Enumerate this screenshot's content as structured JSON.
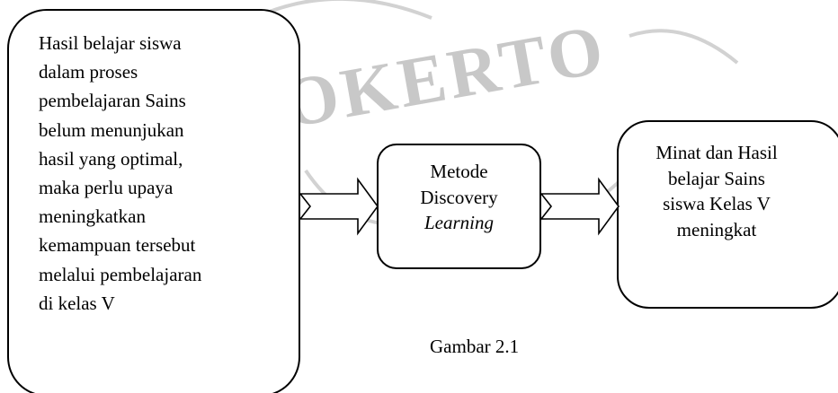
{
  "watermark": {
    "text": "WOKERTO",
    "color": "#c8c8c8"
  },
  "diagram": {
    "left_box": {
      "lines": [
        "Hasil belajar siswa",
        "dalam proses",
        "pembelajaran Sains",
        "belum menunjukan",
        "hasil yang optimal,",
        "maka perlu upaya",
        "meningkatkan",
        "kemampuan tersebut",
        "melalui pembelajaran",
        "di kelas V"
      ]
    },
    "middle_box": {
      "line1": "Metode",
      "line2": "Discovery",
      "line3": "Learning"
    },
    "right_box": {
      "lines": [
        "Minat dan Hasil",
        "belajar Sains",
        "siswa Kelas V",
        "meningkat"
      ]
    },
    "caption": "Gambar 2.1"
  }
}
